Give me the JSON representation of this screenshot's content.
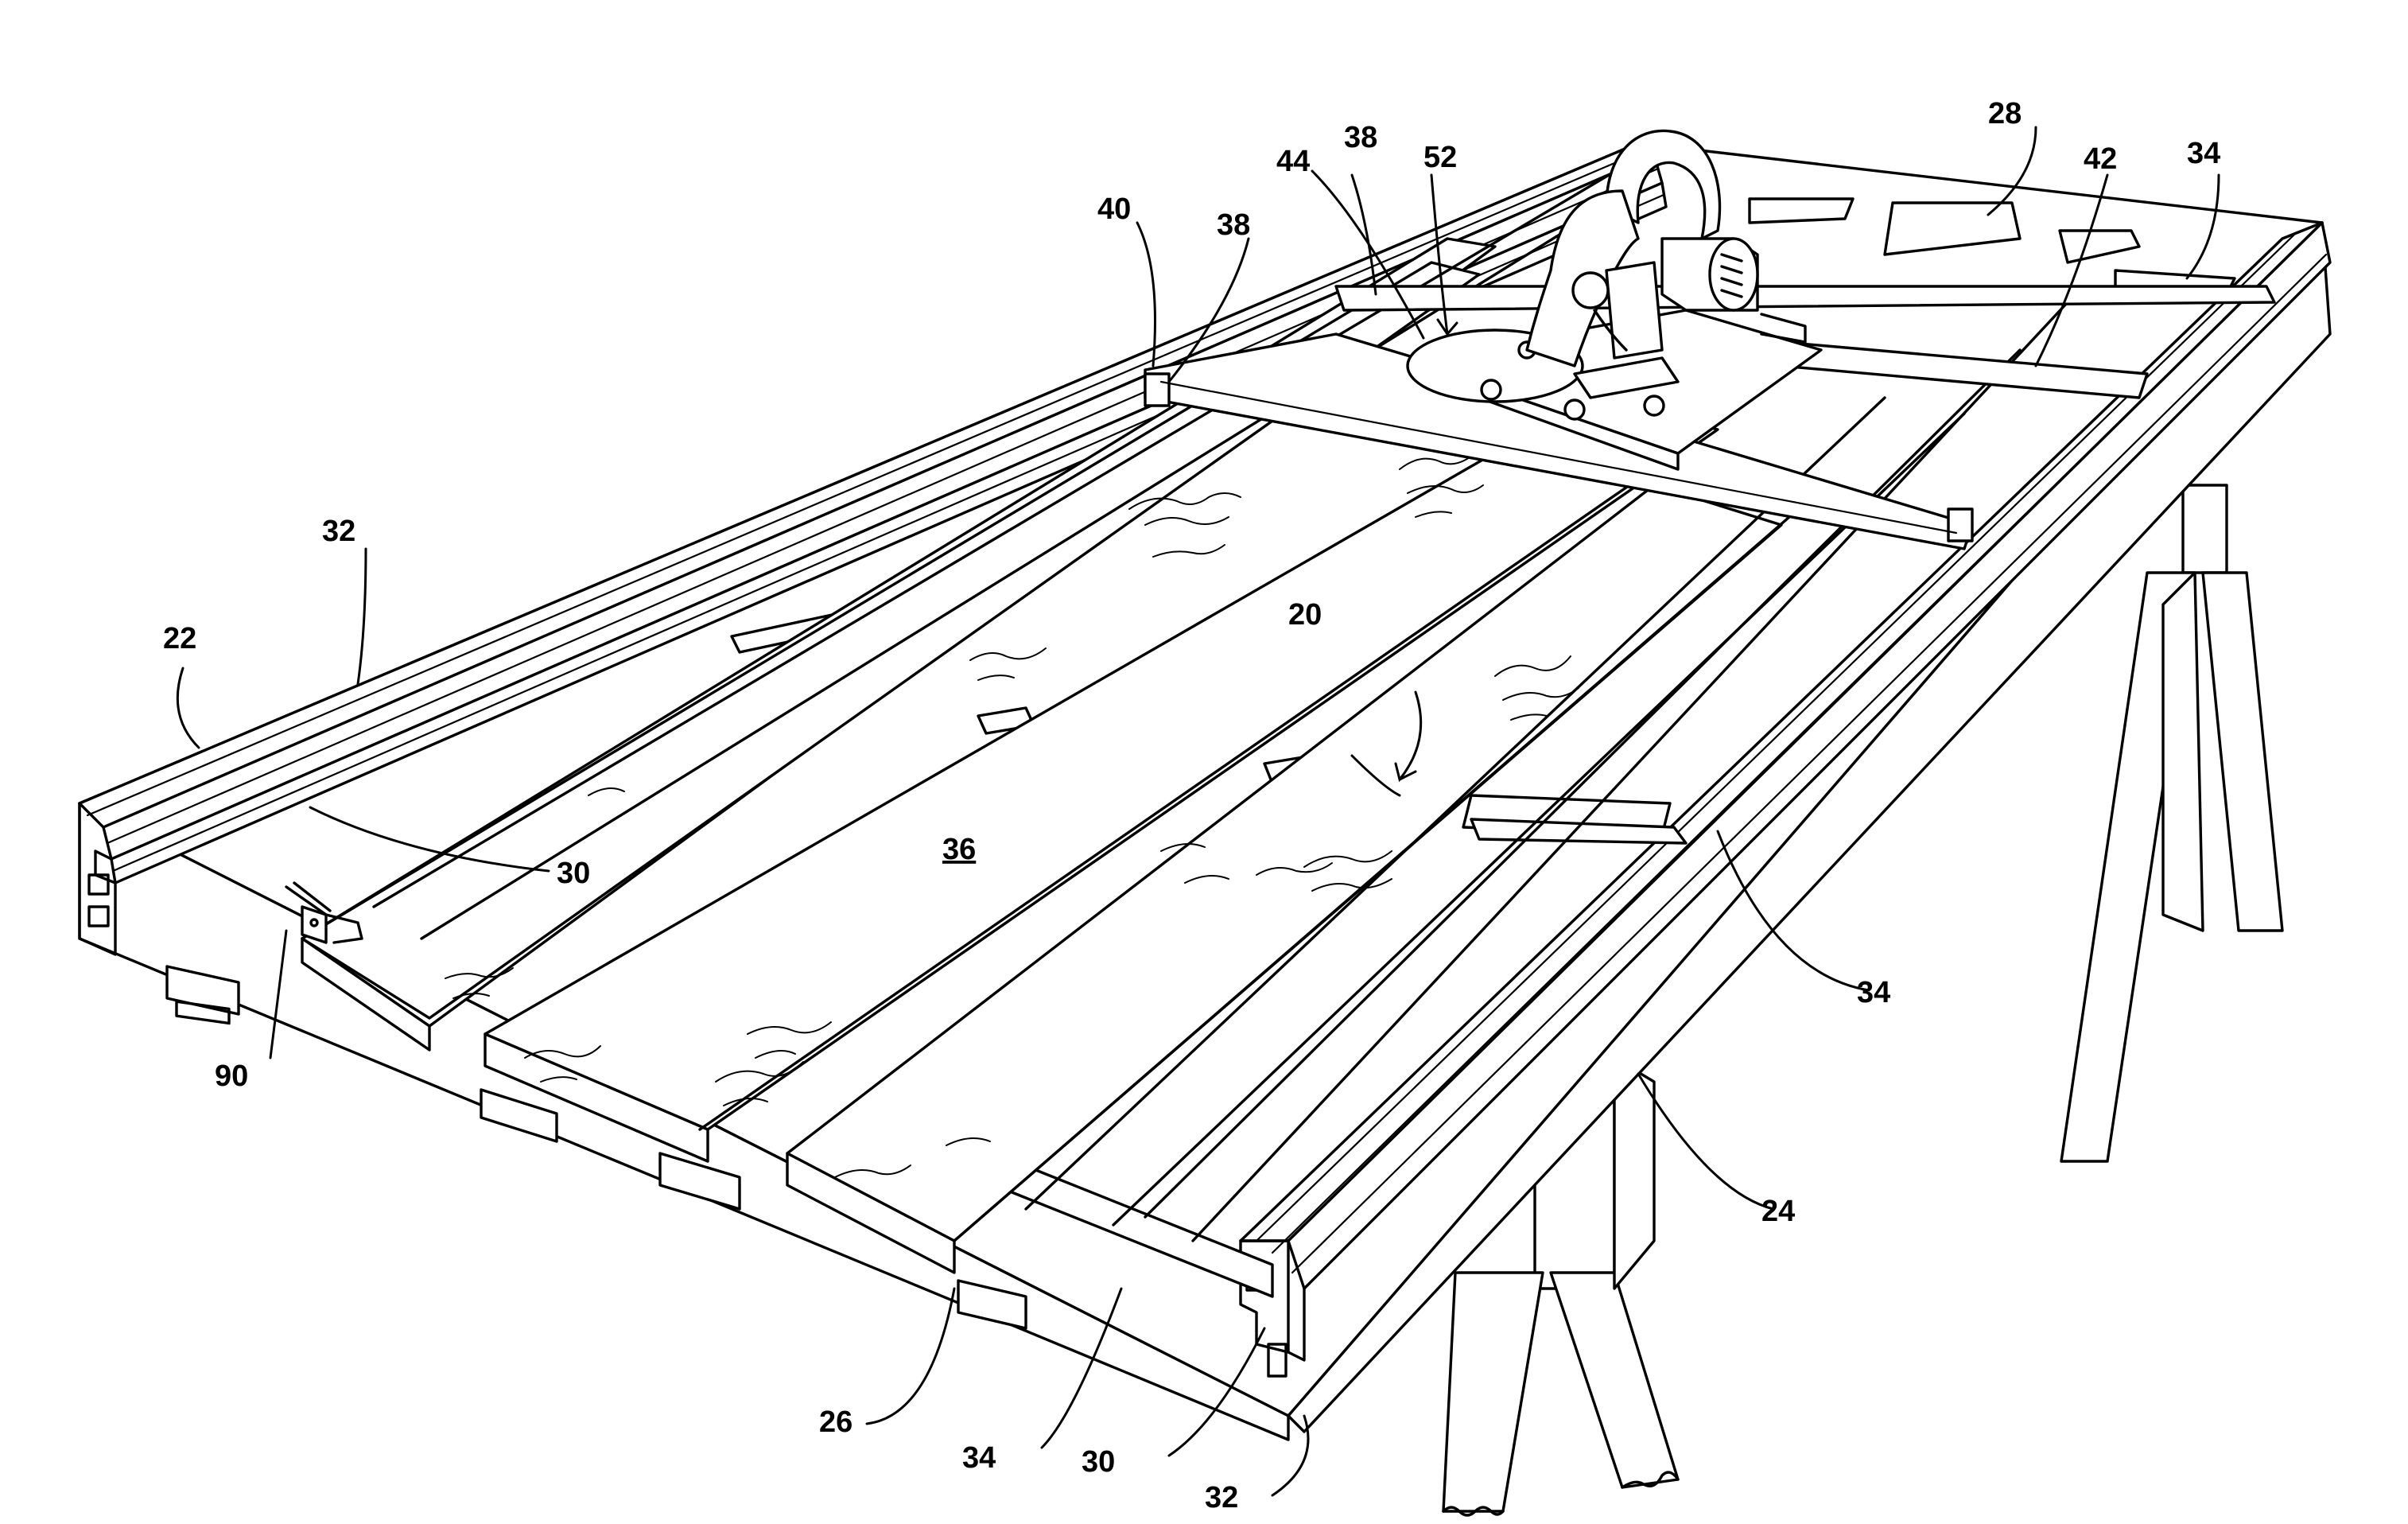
{
  "figure": {
    "reference_numerals": {
      "r20": "20",
      "r22": "22",
      "r24": "24",
      "r26": "26",
      "r28": "28",
      "r30_a": "30",
      "r30_b": "30",
      "r32_a": "32",
      "r32_b": "32",
      "r34_a": "34",
      "r34_b": "34",
      "r34_c": "34",
      "r36": "36",
      "r38_a": "38",
      "r38_b": "38",
      "r40": "40",
      "r42": "42",
      "r44": "44",
      "r52": "52",
      "r90": "90"
    }
  }
}
